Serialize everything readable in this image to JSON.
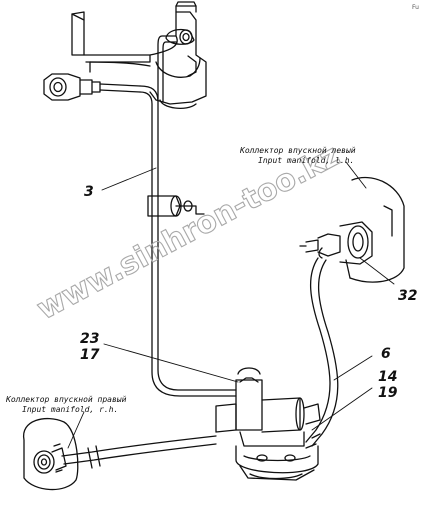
{
  "corner_mark": "Fu",
  "callouts": {
    "c3": "3",
    "c32": "32",
    "c23": "23",
    "c17": "17",
    "c6": "6",
    "c14": "14",
    "c19": "19"
  },
  "labels": {
    "left_manifold_ru": "Коллектор впускной левый",
    "left_manifold_en": "Input manifold, l.h.",
    "right_manifold_ru": "Коллектор впускной правый",
    "right_manifold_en": "Input manifold, r.h."
  },
  "watermark": "www.sinhron-too.kz",
  "colors": {
    "ink": "#111111",
    "watermark": "#a9a9a9",
    "paper": "#ffffff"
  }
}
